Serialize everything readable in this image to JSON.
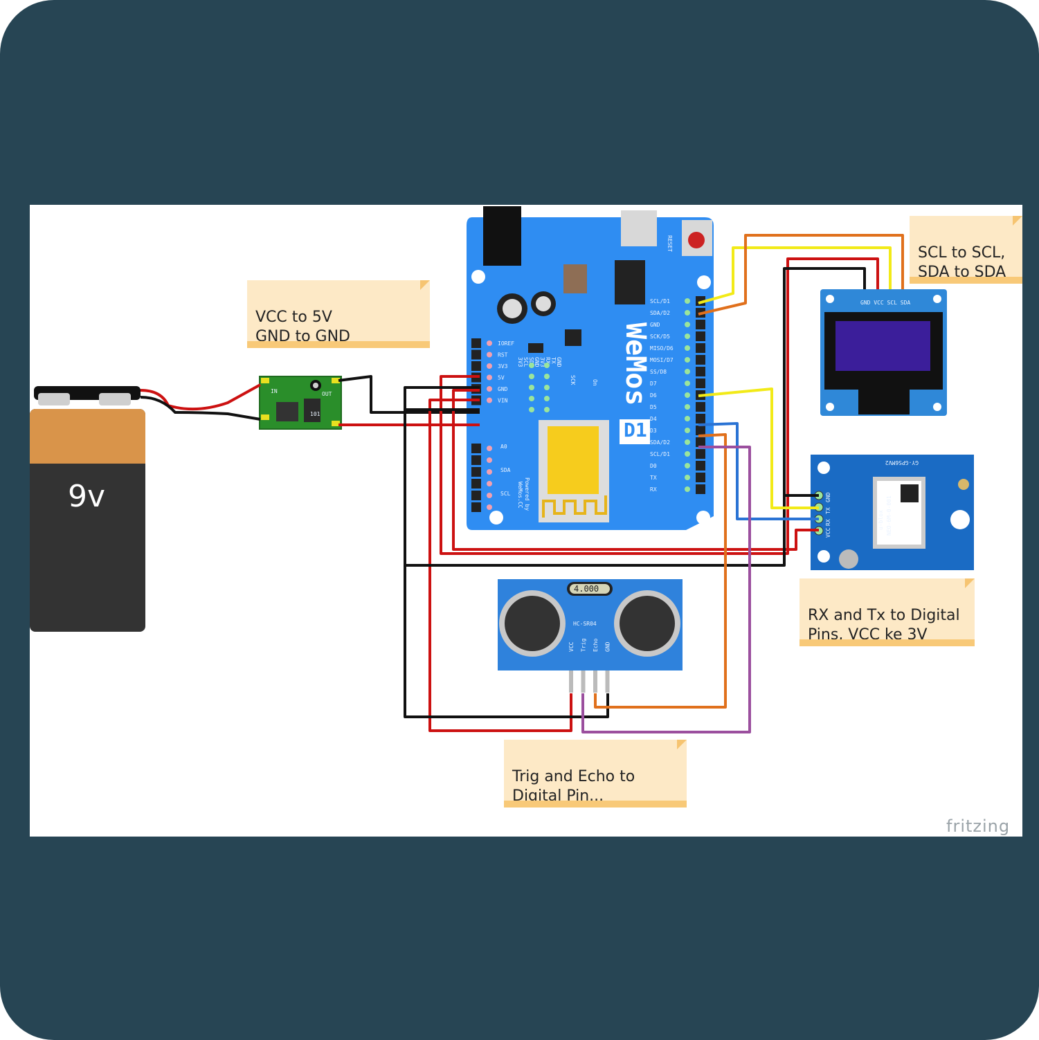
{
  "notes": {
    "power": "VCC to 5V\nGND to GND",
    "oled": "SCL to SCL,\nSDA to SDA",
    "gps": "RX and Tx to Digital\nPins, VCC ke 3V",
    "ultrasonic": "Trig and Echo to\nDigital Pin..."
  },
  "battery": {
    "label": "9v"
  },
  "board": {
    "brand": "WeMos",
    "model": "D1",
    "reset": "RESET",
    "powered": "Powered by",
    "site": "WeMos.CC",
    "left_pins": [
      "IOREF",
      "RST",
      "3V3",
      "5V",
      "GND",
      "VIN"
    ],
    "left_header2": [
      "A0",
      "SDA",
      "SCL"
    ],
    "right_pins": [
      "SCL/D1",
      "SDA/D2",
      "GND",
      "SCK/D5",
      "MISO/D6",
      "MOSI/D7",
      "SS/D8",
      "D7",
      "D6",
      "D5",
      "D4",
      "D3",
      "SDA/D2",
      "SCL/D1",
      "D0",
      "TX",
      "RX"
    ],
    "icsp": [
      "3V3",
      "SCL",
      "SDA",
      "GND",
      "3V3",
      "RX",
      "TX",
      "GND"
    ],
    "sck": "SCK",
    "on": "On"
  },
  "oled": {
    "pins": "GND VCC SCL SDA"
  },
  "gps": {
    "title": "GY-GPS6MV2",
    "pins": [
      "GND",
      "TX",
      "RX",
      "VCC"
    ],
    "chip_brand": "u-blox",
    "chip_model": "NEO-6M-0-001"
  },
  "sensor": {
    "display": "4.000",
    "name": "HC-SR04",
    "pins": [
      "VCC",
      "Trig",
      "Echo",
      "GND"
    ]
  },
  "regulator": {
    "in": "IN",
    "out": "OUT",
    "code": "101"
  },
  "watermark": "fritzing",
  "colors": {
    "frame": "#274554",
    "board": "#2f8df2",
    "wire_red": "#cc1111",
    "wire_black": "#111111",
    "wire_yellow": "#f2ea18",
    "wire_orange": "#e0701c",
    "wire_blue": "#2a73d4",
    "wire_purple": "#9b4f9e",
    "note": "#fde9c6"
  }
}
